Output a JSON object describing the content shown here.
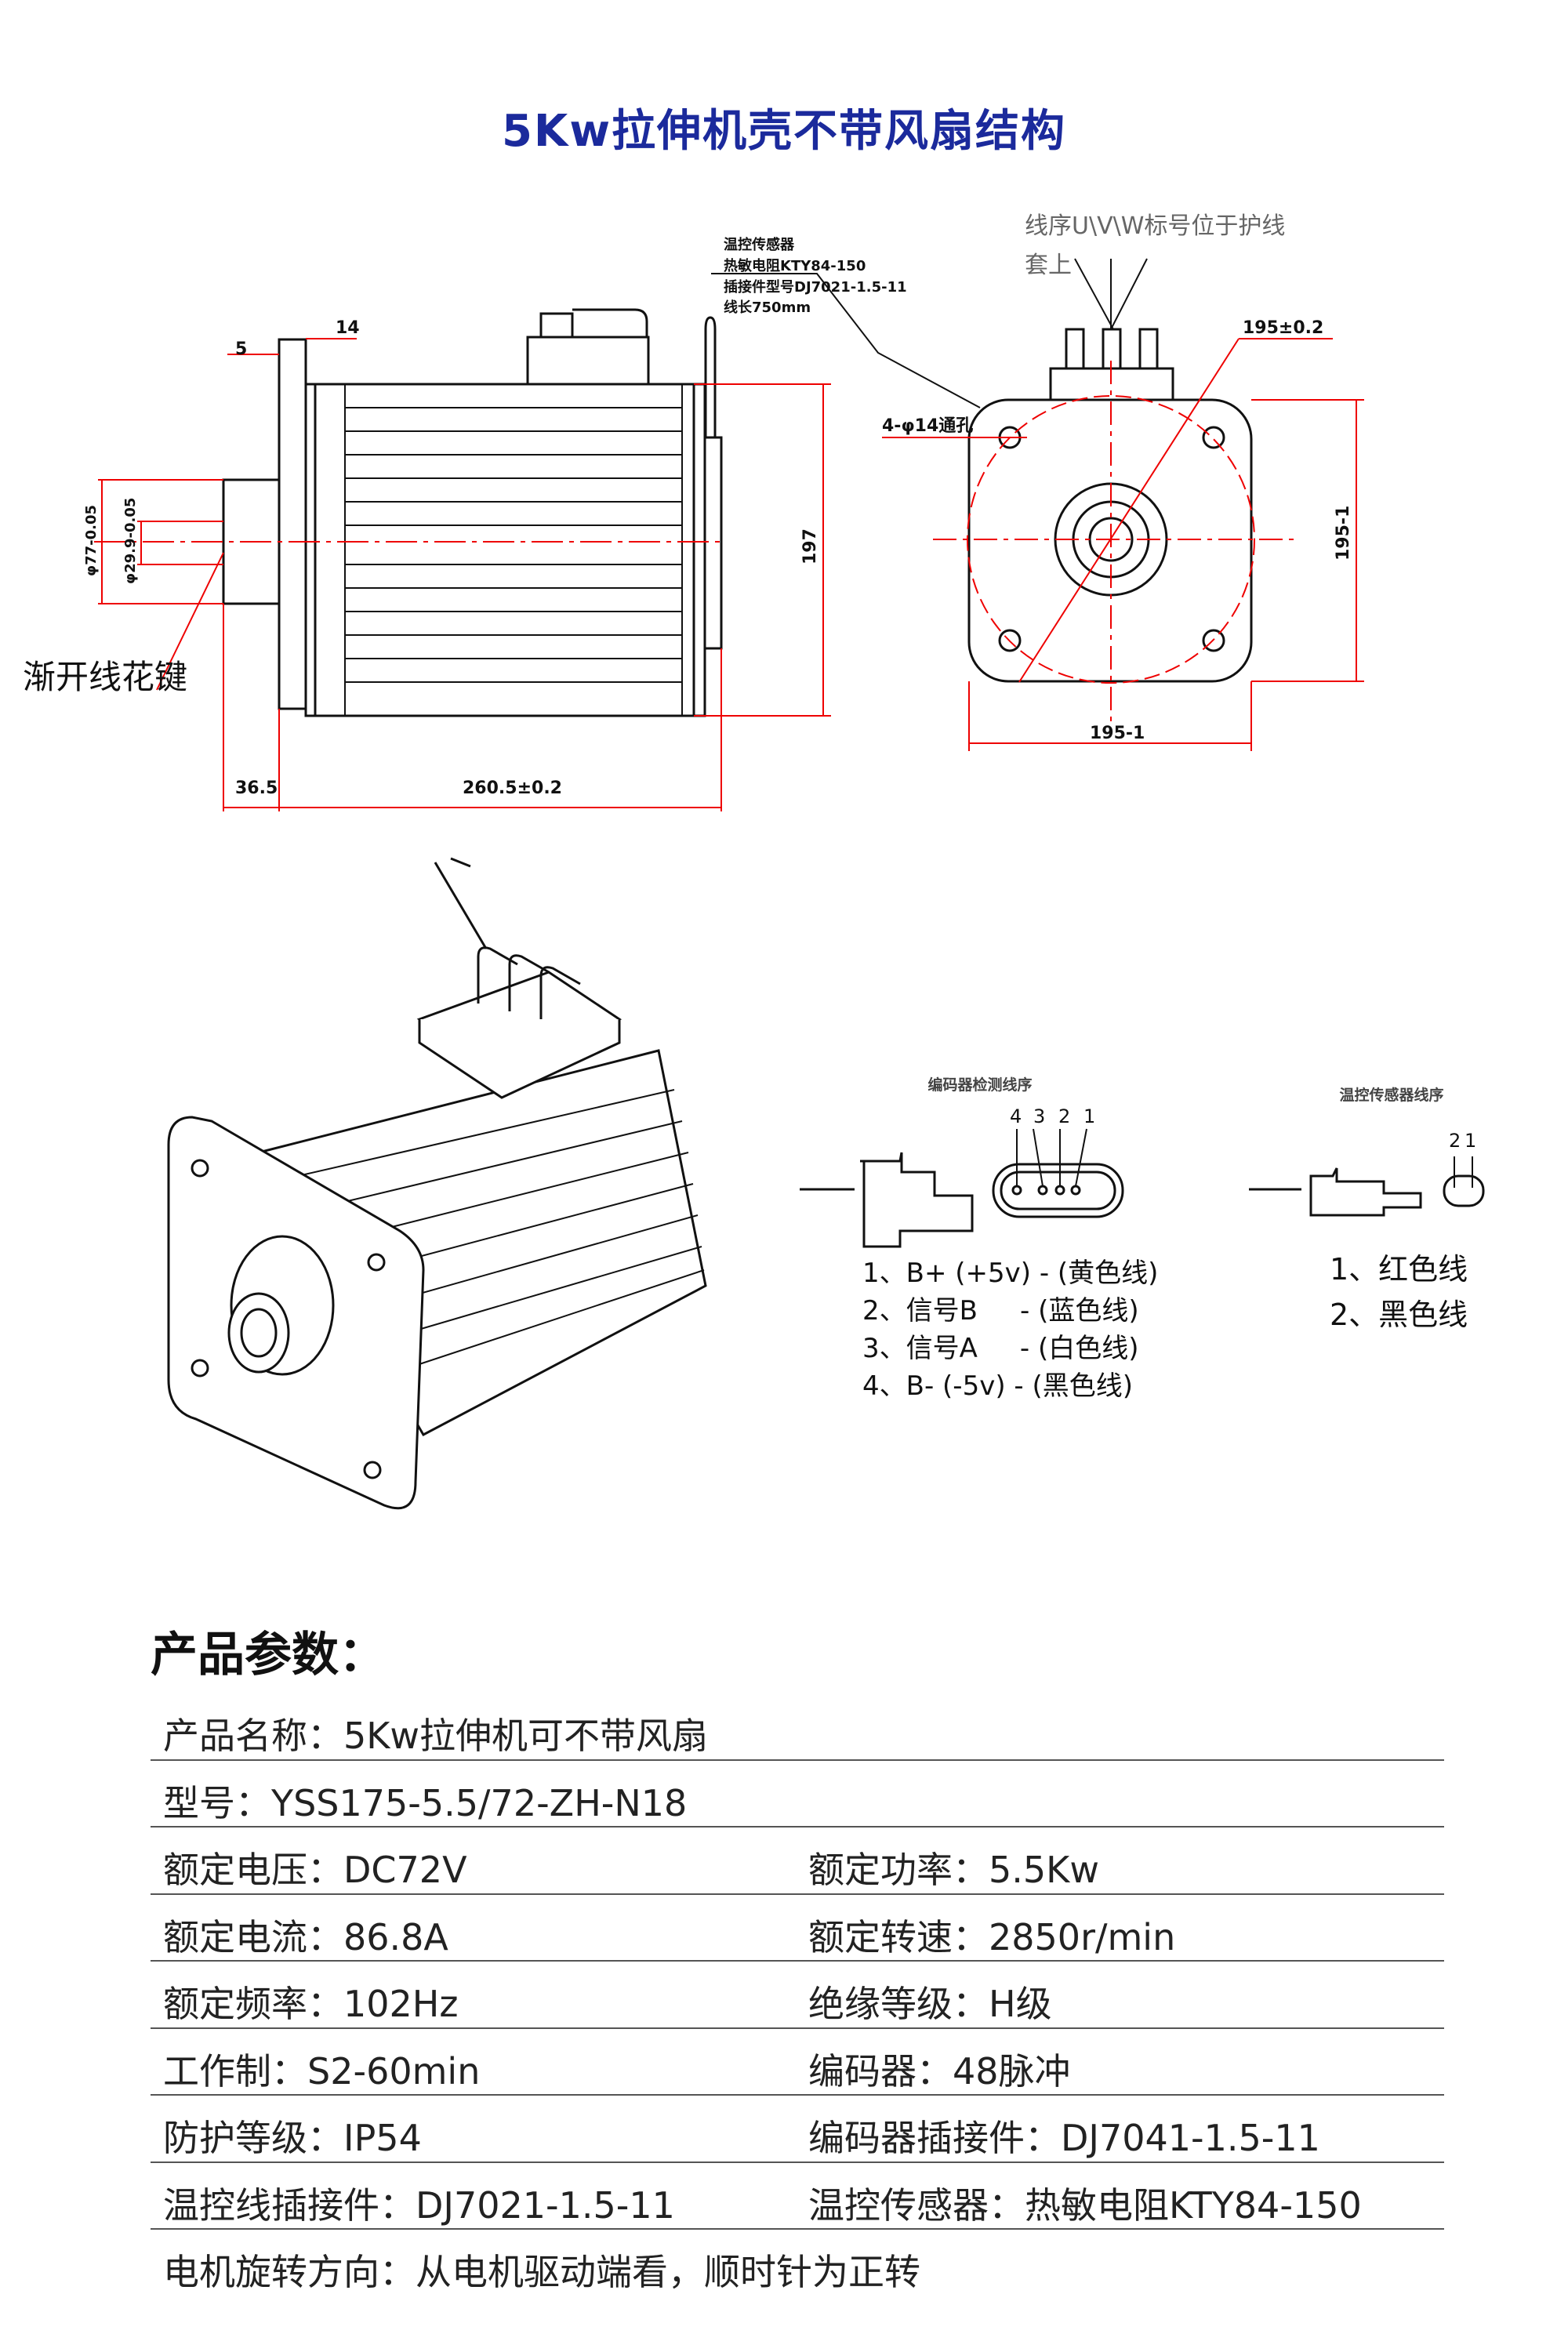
{
  "title": "5Kw拉伸机壳不带风扇结构",
  "drawing": {
    "sensor_note": [
      "温控传感器",
      "热敏电阻KTY84-150",
      "插接件型号DJ7021-1.5-11",
      "线长750mm"
    ],
    "phase_note": [
      "线序U\\V\\W标号位于护线",
      "套上"
    ],
    "dim_5": "5",
    "dim_14": "14",
    "dim_197": "197",
    "dim_36_5": "36.5",
    "dim_260_5": "260.5±0.2",
    "dim_phi77": "φ77-0.05",
    "dim_phi29_9": "φ29.9-0.05",
    "spline_label": "渐开线花键",
    "holes_label": "4-φ14通孔",
    "dim_195_pcd": "195±0.2",
    "dim_195_w": "195-1",
    "dim_195_h": "195-1"
  },
  "encoder": {
    "title": "编码器检测线序",
    "pins": [
      "4",
      "3",
      "2",
      "1"
    ],
    "lines": [
      "1、B+ (+5v) - (黄色线)",
      "2、信号B     - (蓝色线)",
      "3、信号A     - (白色线)",
      "4、B- (-5v) - (黑色线)"
    ]
  },
  "temp_sensor": {
    "title": "温控传感器线序",
    "pins": [
      "2",
      "1"
    ],
    "lines": [
      "1、红色线",
      "2、黑色线"
    ]
  },
  "params": {
    "heading": "产品参数：",
    "rows": [
      [
        "产品名称：5Kw拉伸机可不带风扇",
        ""
      ],
      [
        "型号：YSS175-5.5/72-ZH-N18",
        ""
      ],
      [
        "额定电压：DC72V",
        "额定功率：5.5Kw"
      ],
      [
        "额定电流：86.8A",
        "额定转速：2850r/min"
      ],
      [
        "额定频率：102Hz",
        "绝缘等级：H级"
      ],
      [
        "工作制：S2-60min",
        "编码器：48脉冲"
      ],
      [
        "防护等级：IP54",
        "编码器插接件：DJ7041-1.5-11"
      ],
      [
        "温控线插接件：DJ7021-1.5-11",
        "温控传感器：热敏电阻KTY84-150"
      ],
      [
        "电机旋转方向：从电机驱动端看，顺时针为正转",
        ""
      ]
    ]
  }
}
